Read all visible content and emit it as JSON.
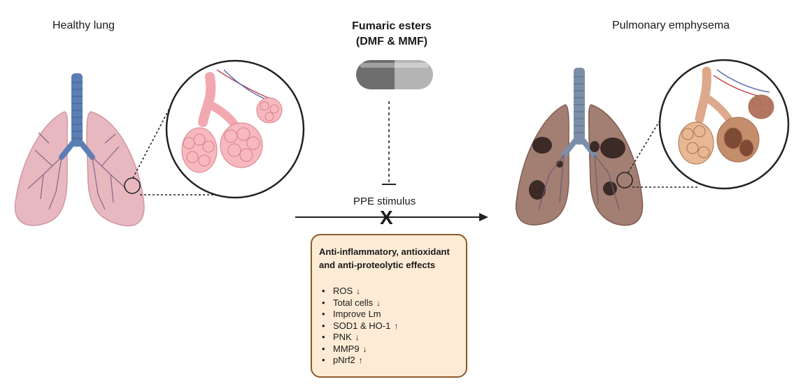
{
  "labels": {
    "healthy": "Healthy lung",
    "emphysema": "Pulmonary emphysema",
    "drug_line1": "Fumaric esters",
    "drug_line2": "(DMF & MMF)",
    "stimulus": "PPE stimulus",
    "block_mark": "X"
  },
  "effects": {
    "title_line1": "Anti-inflammatory, antioxidant",
    "title_line2": "and anti-proteolytic effects",
    "items": [
      {
        "text": "ROS",
        "arrow": "↓"
      },
      {
        "text": "Total cells",
        "arrow": "↓"
      },
      {
        "text": "Improve Lm",
        "arrow": ""
      },
      {
        "text": "SOD1 & HO-1",
        "arrow": "↑"
      },
      {
        "text": "PNK",
        "arrow": "↓"
      },
      {
        "text": "MMP9",
        "arrow": "↓"
      },
      {
        "text": "pNrf2",
        "arrow": "↑"
      }
    ]
  },
  "colors": {
    "healthy_lung": "#e8b8c0",
    "damaged_lung": "#a37e72",
    "trachea_healthy": "#5b7fb5",
    "trachea_damaged": "#7d8fa8",
    "box_fill": "#fdebd5",
    "box_border": "#8a5a2b"
  }
}
